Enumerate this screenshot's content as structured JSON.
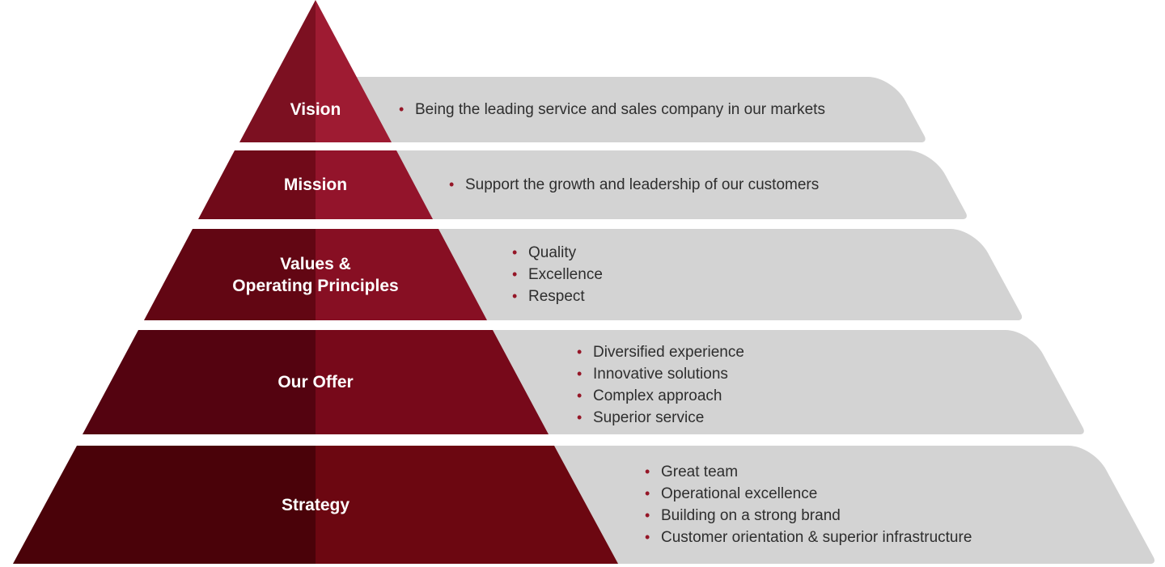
{
  "title": "Company pyramid: vision, mission, values, offer, strategy",
  "theme": {
    "background": "#FFFFFF",
    "bar_bg": "#D3D3D3",
    "bullet_color": "#951627",
    "text_color": "#2E2E2E",
    "label_color": "#FFFFFF"
  },
  "levels": [
    {
      "label": "Vision",
      "bullets": [
        "Being the leading service and sales company in our markets"
      ],
      "colors": {
        "left": "#7C1021",
        "right": "#9E1B32"
      }
    },
    {
      "label": "Mission",
      "bullets": [
        "Support the growth and leadership of our customers"
      ],
      "colors": {
        "left": "#700A19",
        "right": "#93142B"
      }
    },
    {
      "label": "Values &\nOperating Principles",
      "bullets": [
        "Quality",
        "Excellence",
        "Respect"
      ],
      "colors": {
        "left": "#620613",
        "right": "#870F23"
      }
    },
    {
      "label": "Our Offer",
      "bullets": [
        "Diversified experience",
        "Innovative solutions",
        "Complex approach",
        "Superior service"
      ],
      "colors": {
        "left": "#540310",
        "right": "#77091A"
      }
    },
    {
      "label": "Strategy",
      "bullets": [
        "Great team",
        "Operational excellence",
        "Building on a strong brand",
        "Customer orientation & superior infrastructure"
      ],
      "colors": {
        "left": "#4A0209",
        "right": "#6C0711"
      }
    }
  ]
}
